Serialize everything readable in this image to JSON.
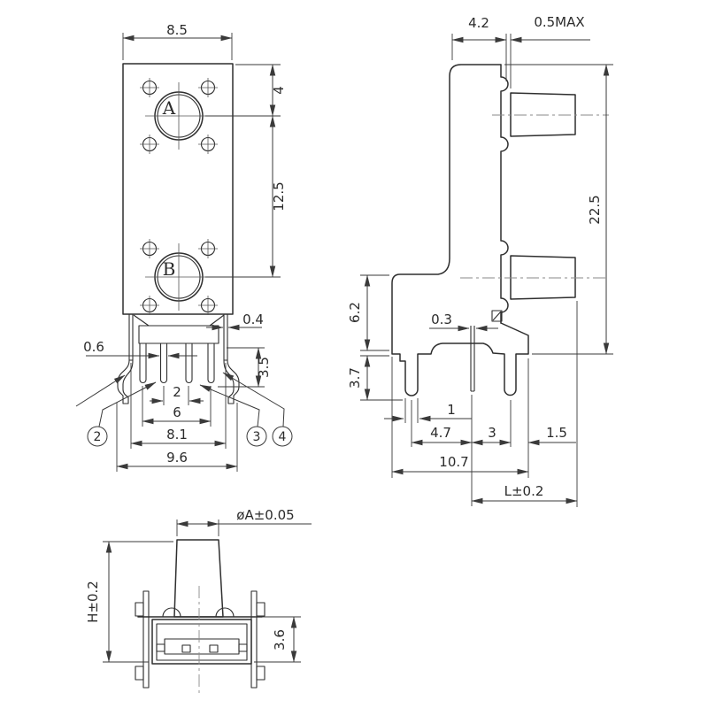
{
  "front_view": {
    "plunger_a_label": "A",
    "plunger_b_label": "B",
    "dims": {
      "body_width": "8.5",
      "top_to_a": "4",
      "a_to_b": "12.5",
      "tab_width": "0.4",
      "pin_width": "0.6",
      "pin_length": "3.5",
      "inner_pin_pitch": "2",
      "outer_pin_pitch": "6",
      "tab_span": "8.1",
      "leg_span": "9.6"
    },
    "callouts": {
      "c2": "2",
      "c3": "3",
      "c4": "4"
    }
  },
  "side_view": {
    "dims": {
      "face_to_boss": "4.2",
      "boss_protrusion": "0.5MAX",
      "overall_height": "22.5",
      "step_height": "6.2",
      "pin_length": "3.7",
      "center_pin_width": "0.3",
      "pin_width": "1",
      "pitch_left": "4.7",
      "pitch_right": "3",
      "edge_offset": "1.5",
      "body_depth": "10.7",
      "plunger_length": "L±0.2"
    }
  },
  "bottom_view": {
    "dims": {
      "plunger_diameter": "øA±0.05",
      "plunger_height": "H±0.2",
      "base_height": "3.6"
    }
  }
}
